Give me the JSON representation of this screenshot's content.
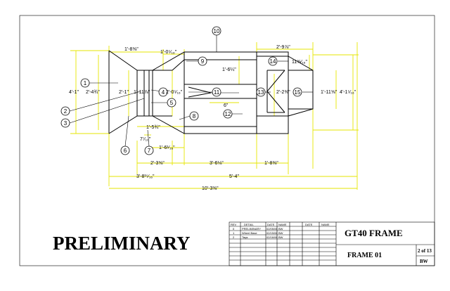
{
  "drawing": {
    "preliminary_label": "PRELIMINARY",
    "title": "GT40 FRAME",
    "subtitle": "FRAME 01",
    "sheet": "2 of 13",
    "drawn_by": "BW",
    "colors": {
      "dimension_lines": "#e6e600",
      "outline": "#000000",
      "background": "#ffffff"
    }
  },
  "revision_table": {
    "headers": [
      "REV",
      "DETAIL",
      "DATE",
      "NAME",
      "DATE",
      "NAME"
    ],
    "rows": [
      [
        "0",
        "PRELIMINARY",
        "02/05/06",
        "BW"
      ],
      [
        "1",
        "Wheel Base",
        "02/15/06",
        "BW"
      ],
      [
        "2",
        "Tags",
        "02/16/06",
        "BW"
      ]
    ]
  },
  "dimensions": {
    "d01": "1'-8⅝\"",
    "d02": "1'-0⁵⁄₁₆\"",
    "d03": "2'-9⅞\"",
    "d04": "1'-6¼\"",
    "d05": "11⅝⁄₁₆\"",
    "d06": "4'-1\"",
    "d07": "2'-4¾\"",
    "d08": "2'-1\"",
    "d09": "1'-11⅞\"",
    "d10": "2'-0⁵⁄₁₆\"",
    "d11": "6\"",
    "d12": "2'-2⅜\"",
    "d13": "1'-11⅝\"",
    "d14": "4'-1⁵⁄₁₆\"",
    "d15": "1'-5¾\"",
    "d16": "7⁷⁄₁₆\"",
    "d17": "1'-6¹⁄₁₆\"",
    "d18": "2'-3⅝\"",
    "d19": "3'-6⅛\"",
    "d20": "1'-8⅜\"",
    "d21": "3'-8¹⁵⁄₁₆\"",
    "d22": "5'-4\"",
    "d23": "10'-3⅜\""
  },
  "part_tags": [
    "1",
    "2",
    "3",
    "4",
    "5",
    "6",
    "7",
    "8",
    "9",
    "10",
    "11",
    "12",
    "13",
    "14",
    "15"
  ]
}
